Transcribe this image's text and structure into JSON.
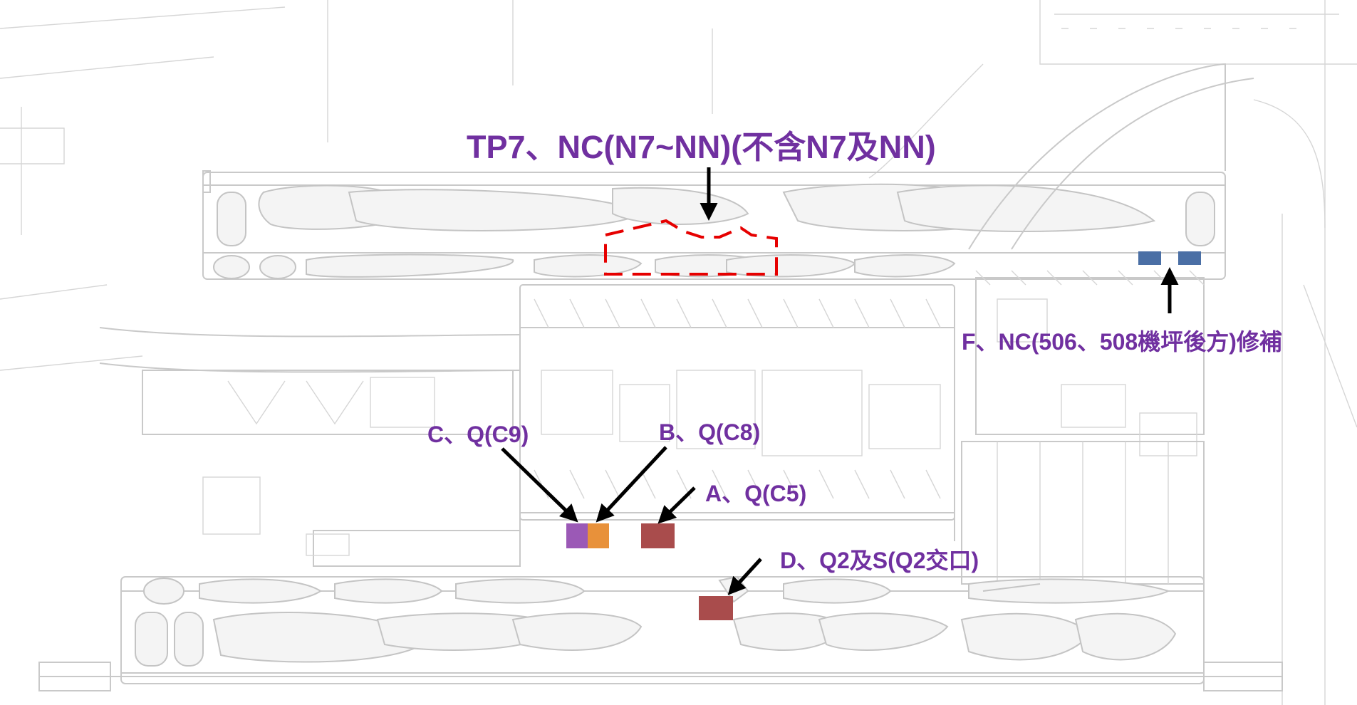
{
  "labels": {
    "tp7": "TP7、NC(N7~NN)(不含N7及NN)",
    "f": "F、NC(506、508機坪後方)修補",
    "c": "C、Q(C9)",
    "b": "B、Q(C8)",
    "a": "A、Q(C5)",
    "d": "D、Q2及S(Q2交口)"
  },
  "colors": {
    "label": "#7030a0",
    "dashed_outline": "#e60000",
    "area_f": "#4a6fa5",
    "area_c": "#9b59b6",
    "area_b": "#e8913a",
    "area_a": "#a94c4c",
    "area_d": "#a94c4c",
    "arrow": "#000000",
    "basemap_line": "#c9c9c9"
  }
}
